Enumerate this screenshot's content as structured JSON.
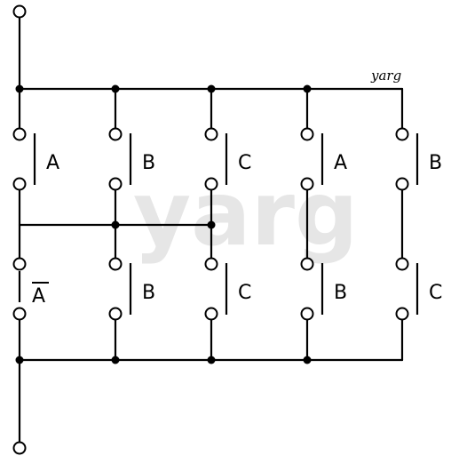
{
  "diagram": {
    "watermark": "yarg",
    "tag_label": "yarg",
    "top_row": [
      {
        "label": "A",
        "negated": false
      },
      {
        "label": "B",
        "negated": false
      },
      {
        "label": "C",
        "negated": false
      },
      {
        "label": "A",
        "negated": false
      },
      {
        "label": "B",
        "negated": false
      }
    ],
    "bottom_row": [
      {
        "label": "A",
        "negated": true
      },
      {
        "label": "B",
        "negated": false
      },
      {
        "label": "C",
        "negated": false
      },
      {
        "label": "B",
        "negated": false
      },
      {
        "label": "C",
        "negated": false
      }
    ]
  }
}
